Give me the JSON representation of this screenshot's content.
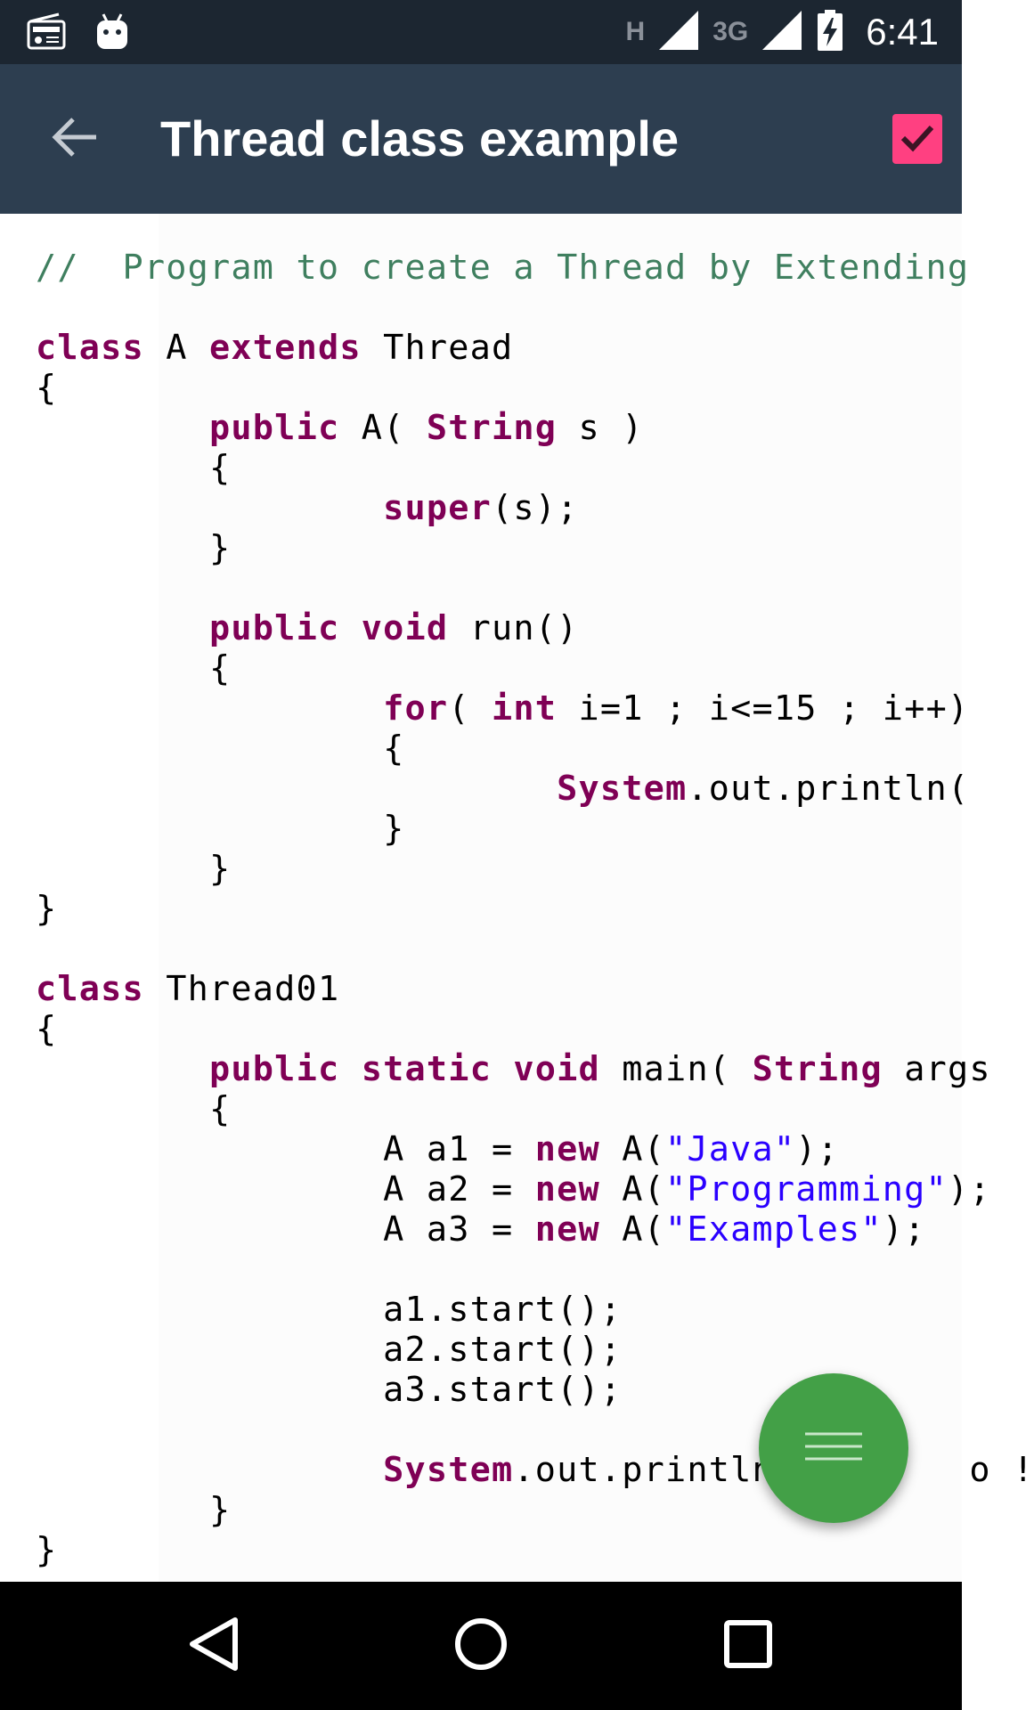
{
  "status_bar": {
    "network_label_1": "H",
    "network_label_2": "3G",
    "time": "6:41",
    "icons": [
      "radio-icon",
      "android-debug-icon",
      "signal-icon",
      "signal-icon",
      "battery-charging-icon"
    ]
  },
  "app_bar": {
    "title": "Thread class example",
    "back_icon": "arrow-back-icon",
    "action_icon": "checkbox-checked-icon",
    "accent_color": "#ff4081",
    "background_color": "#2d3e50"
  },
  "code": {
    "lines": [
      "//  Program to create a Thread by Extending",
      "",
      "class A extends Thread",
      "{",
      "        public A( String s )",
      "        {",
      "                super(s);",
      "        }",
      "",
      "        public void run()",
      "        {",
      "                for( int i=1 ; i<=15 ; i++)",
      "                {",
      "                        System.out.println(",
      "                }",
      "        }",
      "}",
      "",
      "class Thread01",
      "{",
      "        public static void main( String args",
      "        {",
      "                A a1 = new A(\"Java\");",
      "                A a2 = new A(\"Programming\");",
      "                A a3 = new A(\"Examples\");",
      "",
      "                a1.start();",
      "                a2.start();",
      "                a3.start();",
      "",
      "                System.out.println(        o !",
      "        }",
      "}"
    ],
    "colors": {
      "keyword": "#7f0055",
      "string": "#2a00ff",
      "comment": "#3f7f5f"
    }
  },
  "fab": {
    "icon": "menu-icon",
    "color": "#43a047"
  },
  "nav_bar": {
    "icons": [
      "nav-back-icon",
      "nav-home-icon",
      "nav-recents-icon"
    ]
  }
}
